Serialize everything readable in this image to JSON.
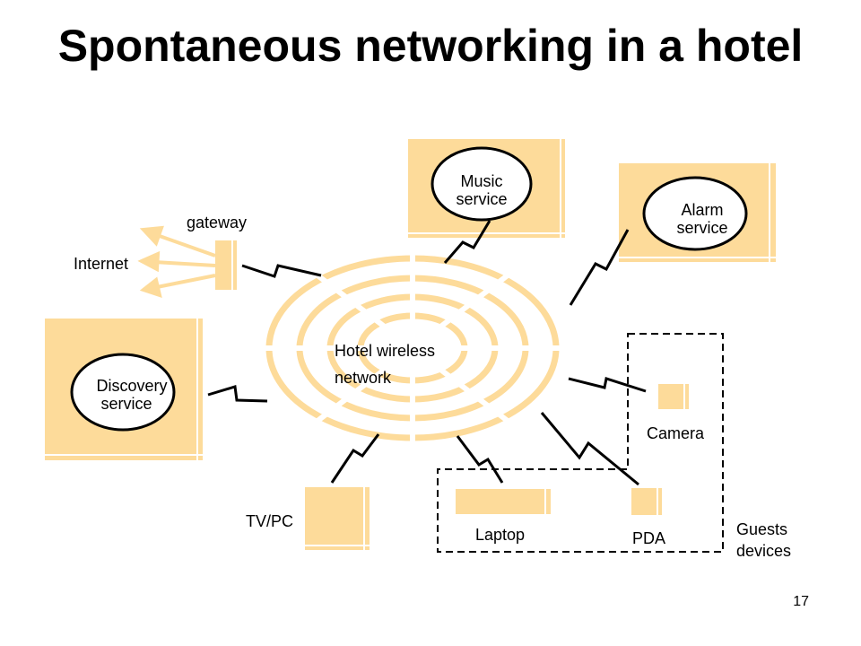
{
  "title": "Spontaneous networking in a hotel",
  "labels": {
    "music_line1": "Music",
    "music_line2": "service",
    "alarm_line1": "Alarm",
    "alarm_line2": "service",
    "discovery_line1": "Discovery",
    "discovery_line2": "service",
    "gateway": "gateway",
    "internet": "Internet",
    "network_line1": "Hotel wireless",
    "network_line2": "network",
    "camera": "Camera",
    "tv_pc": "TV/PC",
    "laptop": "Laptop",
    "pda": "PDA",
    "guests_line1": "Guests",
    "guests_line2": "devices"
  },
  "page_number": "17",
  "colors": {
    "box_fill": "#fddb9a",
    "ring": "#fddb9a",
    "ink": "#000000"
  }
}
